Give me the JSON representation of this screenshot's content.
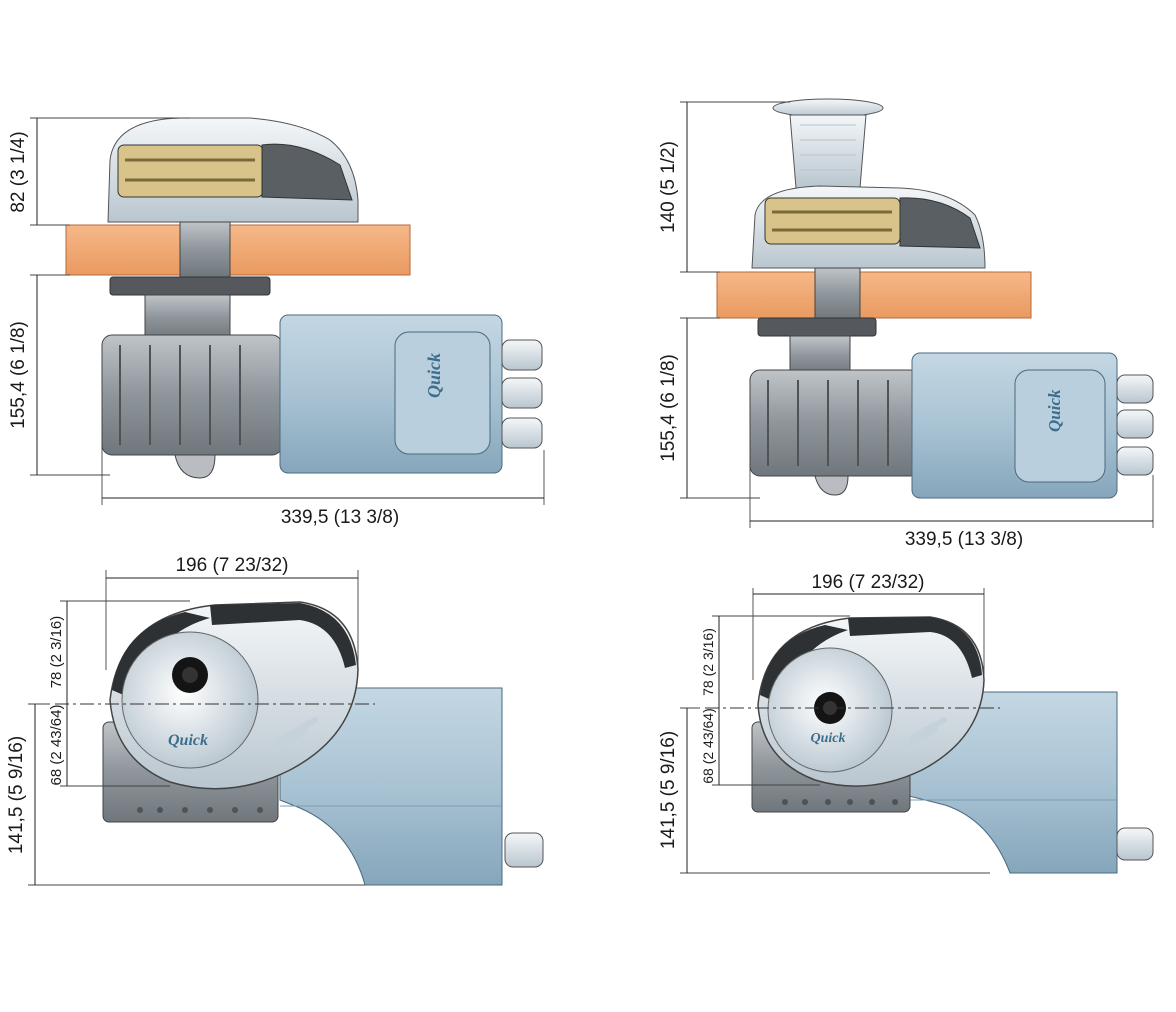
{
  "brand": {
    "logo_text": "Quick"
  },
  "colors": {
    "motor_blue": "#a9c3d4",
    "motor_blue_dark": "#7b9db3",
    "deck_wood": "#f0a670",
    "metal_grey": "#9aa0a6",
    "gypsy_gold": "#d8c48a",
    "cover_silver": "#dfe5ea"
  },
  "views": [
    {
      "id": "top-left",
      "dims": {
        "height_above_deck": "82 (3 1/4)",
        "height_below_deck": "155,4 (6 1/8)",
        "overall_length": "339,5 (13 3/8)"
      }
    },
    {
      "id": "top-right",
      "dims": {
        "height_above_deck": "140 (5 1/2)",
        "height_below_deck": "155,4 (6 1/8)",
        "overall_length": "339,5 (13 3/8)"
      }
    },
    {
      "id": "bottom-left",
      "dims": {
        "width": "196 (7 23/32)",
        "upper_half": "78 (2 3/16)",
        "lower_half": "68 (2 43/64)",
        "total_height": "141,5 (5 9/16)"
      }
    },
    {
      "id": "bottom-right",
      "dims": {
        "width": "196 (7 23/32)",
        "upper_half": "78 (2 3/16)",
        "lower_half": "68 (2 43/64)",
        "total_height": "141,5 (5 9/16)"
      }
    }
  ]
}
